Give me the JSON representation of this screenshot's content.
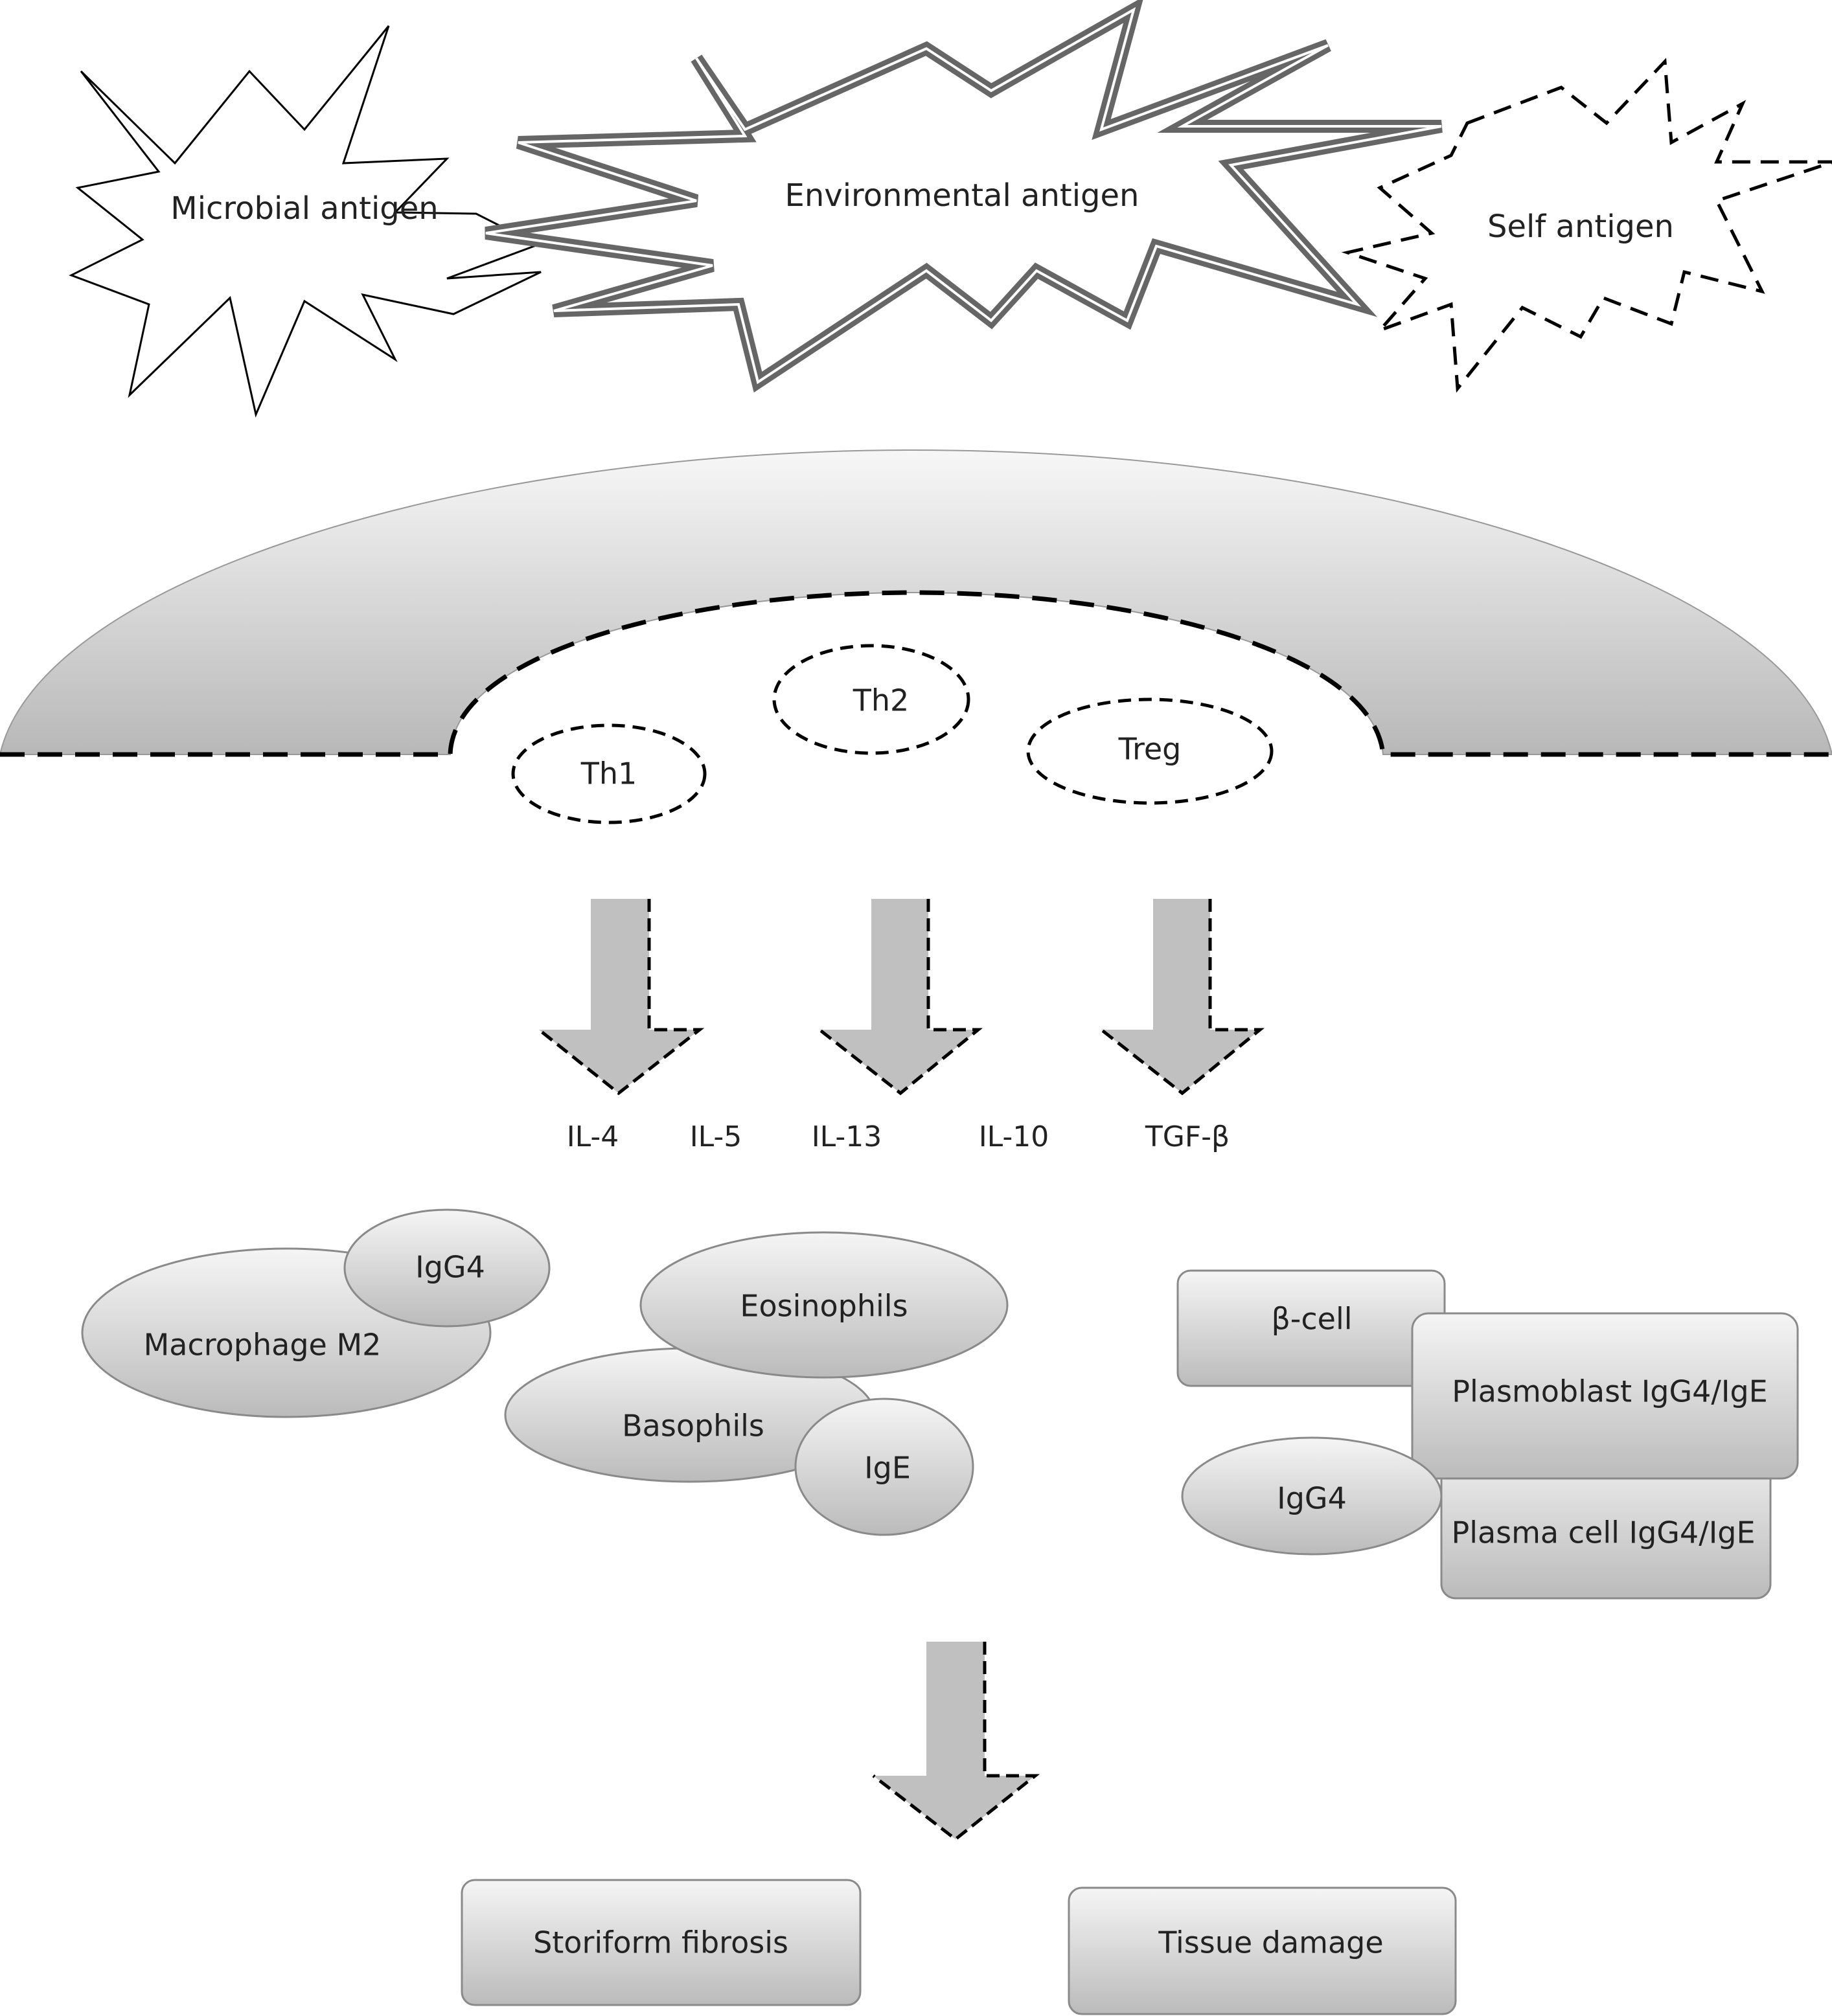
{
  "antigens": {
    "microbial": "Microbial antigen",
    "environmental": "Environmental antigen",
    "self": "Self antigen"
  },
  "t_cells": {
    "th1": "Th1",
    "th2": "Th2",
    "treg": "Treg"
  },
  "cytokines": {
    "il4": "IL-4",
    "il5": "IL-5",
    "il13": "IL-13",
    "il10": "IL-10",
    "tgfb": "TGF-β"
  },
  "effector_cells": {
    "macrophage": "Macrophage M2",
    "igg4_macrophage": "IgG4",
    "eosinophils": "Eosinophils",
    "basophils": "Basophils",
    "ige": "IgE",
    "b_cell": "β-cell",
    "plasmoblast": "Plasmoblast IgG4/IgE",
    "igg4_bcell": "IgG4",
    "plasma_cell": "Plasma cell IgG4/IgE"
  },
  "outcomes": {
    "fibrosis": "Storiform fibrosis",
    "tissue_damage": "Tissue damage"
  },
  "colors": {
    "arrow_fill": "#c0c0c0",
    "outline": "#222222",
    "environmental_stroke": "#6a6a6a",
    "gradient_top": "#f4f4f4",
    "gradient_bottom": "#bdbdbd"
  }
}
